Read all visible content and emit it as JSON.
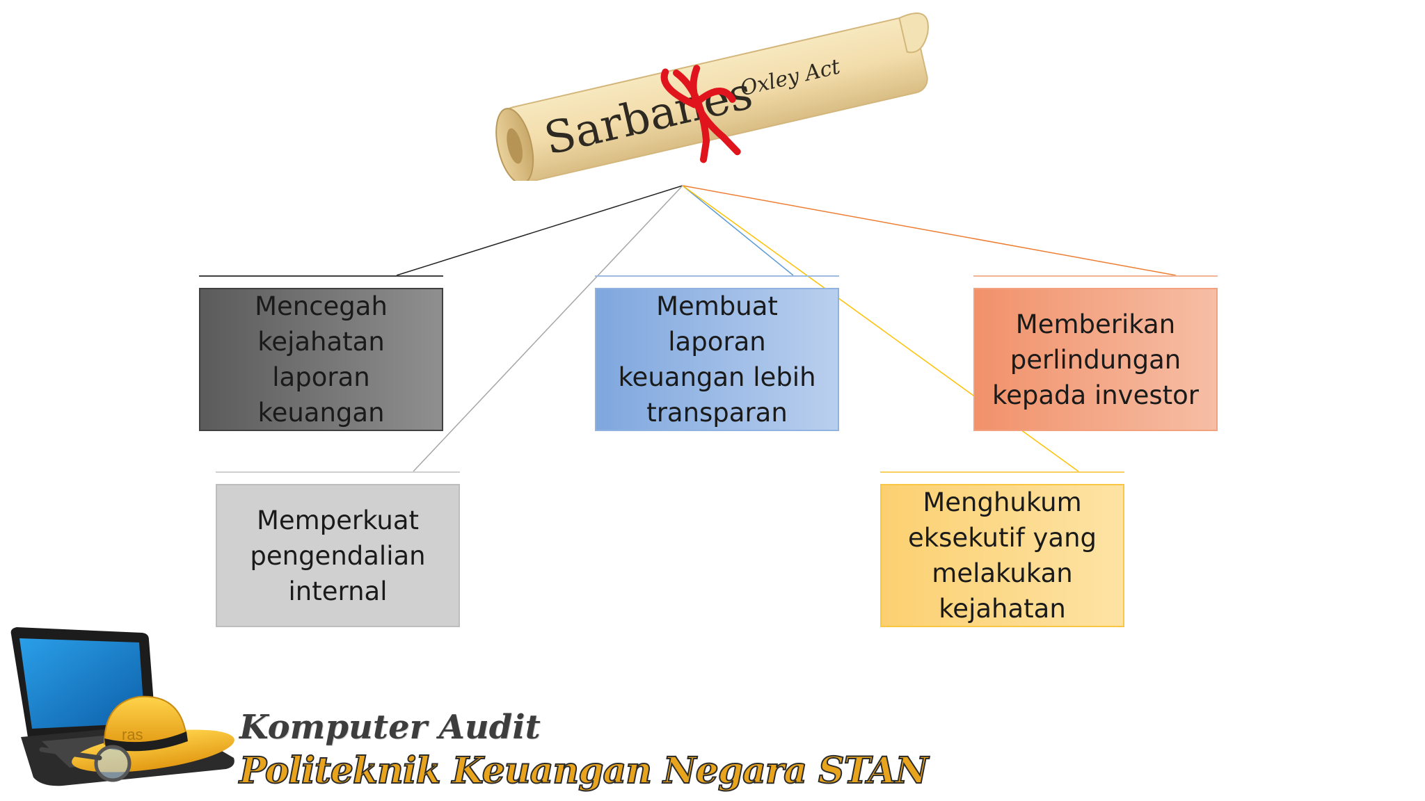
{
  "scroll": {
    "title_left": "Sarbanes",
    "title_right": "Oxley Act"
  },
  "boxes": [
    {
      "label": "Mencegah\nkejahatan laporan\nkeuangan"
    },
    {
      "label": "Membuat laporan\nkeuangan lebih\ntransparan"
    },
    {
      "label": "Memberikan\nperlindungan\nkepada investor"
    },
    {
      "label": "Memperkuat\npengendalian\ninternal"
    },
    {
      "label": "Menghukum\neksekutif yang\nmelakukan\nkejahatan"
    }
  ],
  "connector_colors": [
    "#222222",
    "#5b9bd5",
    "#ed7d31",
    "#a5a5a5",
    "#ffc000"
  ],
  "footer": {
    "hat_text": "ras",
    "title": "Komputer Audit",
    "subtitle": "Politeknik Keuangan Negara STAN"
  }
}
